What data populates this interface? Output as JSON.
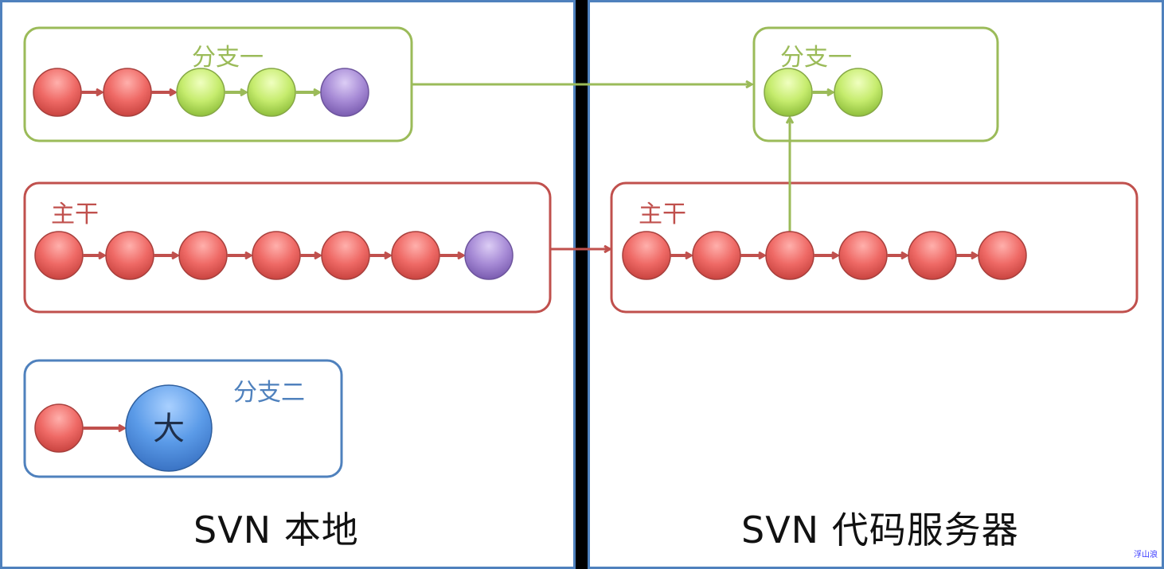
{
  "colors": {
    "panel_border": "#4f81bd",
    "branch1": "#9bbb59",
    "trunk": "#c0504d",
    "branch2": "#4f81bd",
    "red_node": "#ef6a66",
    "green_node": "#c6ec6e",
    "purple_node": "#9f84cf",
    "blue_node": "#5b9be8",
    "watermark": "#3333ff"
  },
  "panels": {
    "local": {
      "title": "SVN 本地"
    },
    "server": {
      "title": "SVN 代码服务器"
    }
  },
  "groups": {
    "local_branch1": {
      "label": "分支一",
      "nodes": [
        "red",
        "red",
        "green",
        "green",
        "purple"
      ]
    },
    "local_trunk": {
      "label": "主干",
      "nodes": [
        "red",
        "red",
        "red",
        "red",
        "red",
        "red",
        "purple"
      ]
    },
    "local_branch2": {
      "label": "分支二",
      "nodes": [
        "red",
        "big-blue"
      ],
      "big_node_text": "大"
    },
    "server_branch1": {
      "label": "分支一",
      "nodes": [
        "green",
        "green"
      ]
    },
    "server_trunk": {
      "label": "主干",
      "nodes": [
        "red",
        "red",
        "red",
        "red",
        "red",
        "red"
      ]
    }
  },
  "connections": [
    {
      "from": "local_branch1",
      "to": "server_branch1",
      "color": "branch1"
    },
    {
      "from": "local_trunk",
      "to": "server_trunk",
      "color": "trunk"
    },
    {
      "from": "server_trunk.node3",
      "to": "server_branch1.node1",
      "color": "branch1"
    }
  ],
  "watermark": "浮山浪"
}
